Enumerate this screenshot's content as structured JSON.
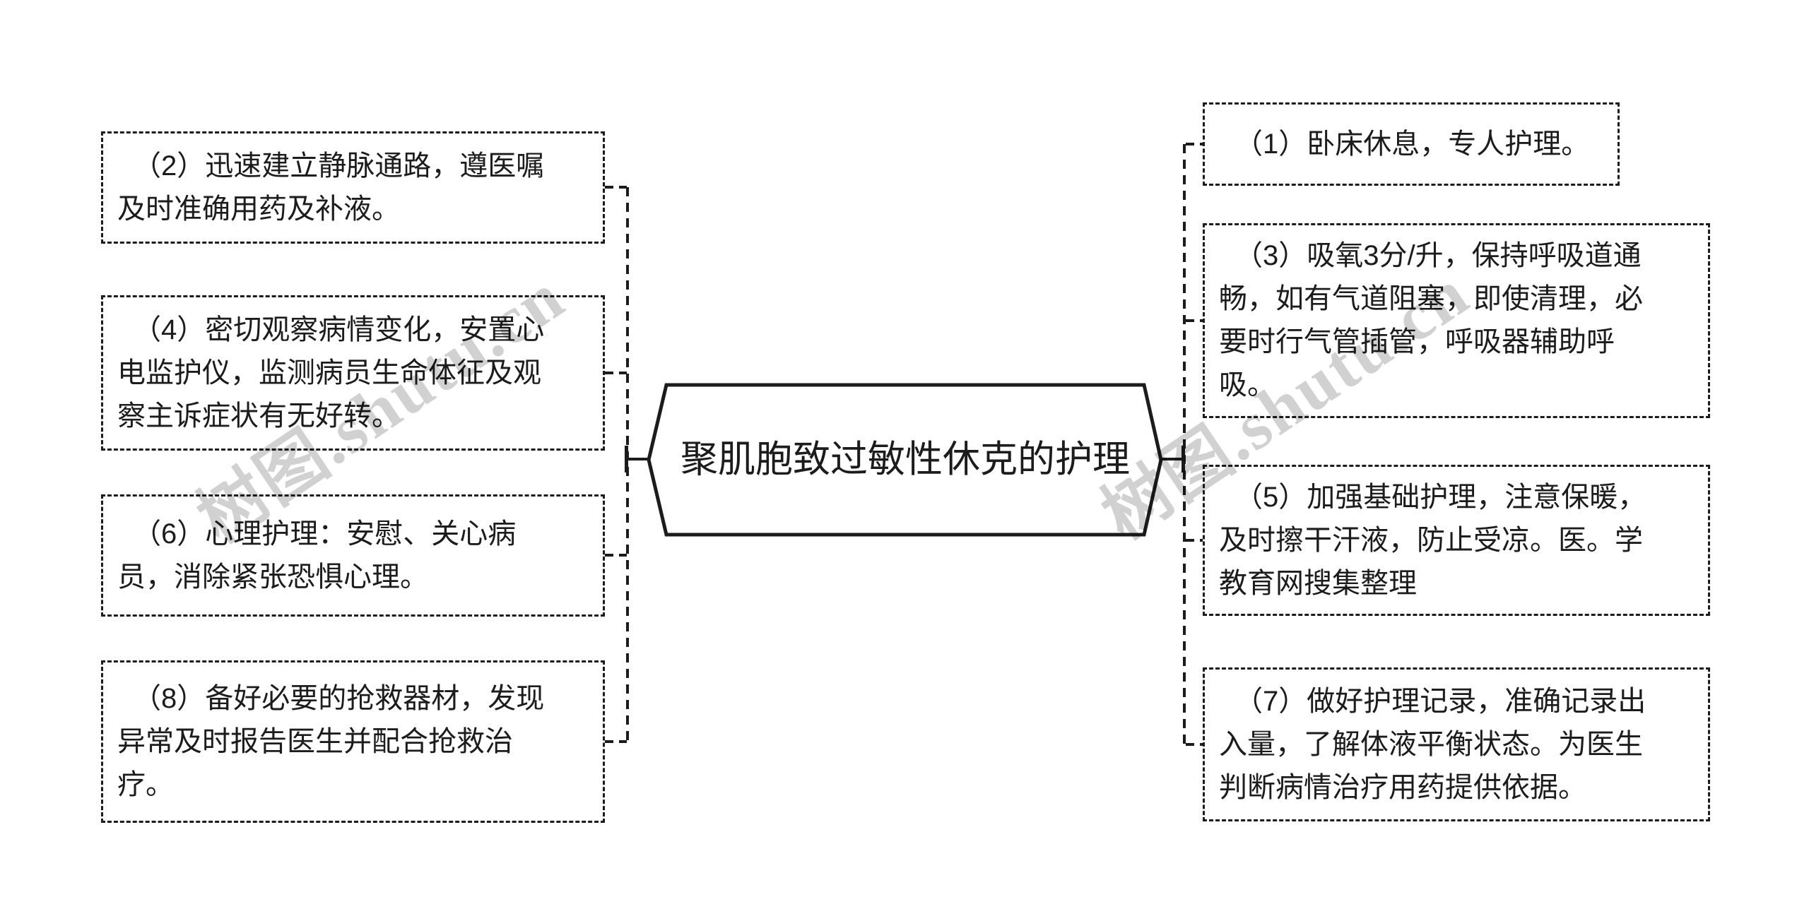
{
  "root": {
    "title": "聚肌胞致过敏性休克的护理"
  },
  "left_branches": [
    {
      "id": "2",
      "text": "（2）迅速建立静脉通路，遵医嘱及时准确用药及补液。"
    },
    {
      "id": "4",
      "text": "（4）密切观察病情变化，安置心电监护仪，监测病员生命体征及观察主诉症状有无好转。"
    },
    {
      "id": "6",
      "text": "（6）心理护理：安慰、关心病员，消除紧张恐惧心理。"
    },
    {
      "id": "8",
      "text": "（8）备好必要的抢救器材，发现异常及时报告医生并配合抢救治疗。"
    }
  ],
  "right_branches": [
    {
      "id": "1",
      "text": "（1）卧床休息，专人护理。"
    },
    {
      "id": "3",
      "text": "（3）吸氧3分/升，保持呼吸道通畅，如有气道阻塞，即使清理，必要时行气管插管，呼吸器辅助呼吸。"
    },
    {
      "id": "5",
      "text": "（5）加强基础护理，注意保暖，及时擦干汗液，防止受凉。医。学教育网搜集整理"
    },
    {
      "id": "7",
      "text": "（7）做好护理记录，准确记录出入量，了解体液平衡状态。为医生判断病情治疗用药提供依据。"
    }
  ],
  "watermark": {
    "text": "树图.shutu.cn"
  },
  "colors": {
    "line": "#1c1c1c",
    "background": "#ffffff",
    "watermark": "rgba(0,0,0,0.18)"
  }
}
